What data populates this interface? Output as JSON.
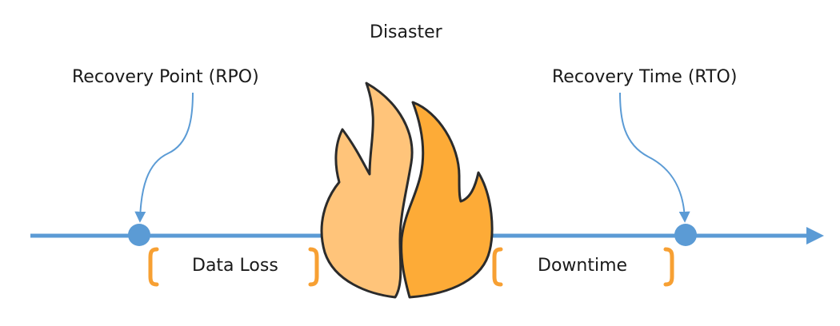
{
  "title": "Disaster",
  "labels": {
    "recovery_point": "Recovery Point (RPO)",
    "recovery_time": "Recovery Time (RTO)",
    "data_loss": "Data Loss",
    "downtime": "Downtime"
  },
  "colors": {
    "timeline": "#5b9bd5",
    "bracket": "#f7a033",
    "flame_left": "#ffc47a",
    "flame_right": "#fdab37",
    "outline": "#2b2b2b"
  }
}
